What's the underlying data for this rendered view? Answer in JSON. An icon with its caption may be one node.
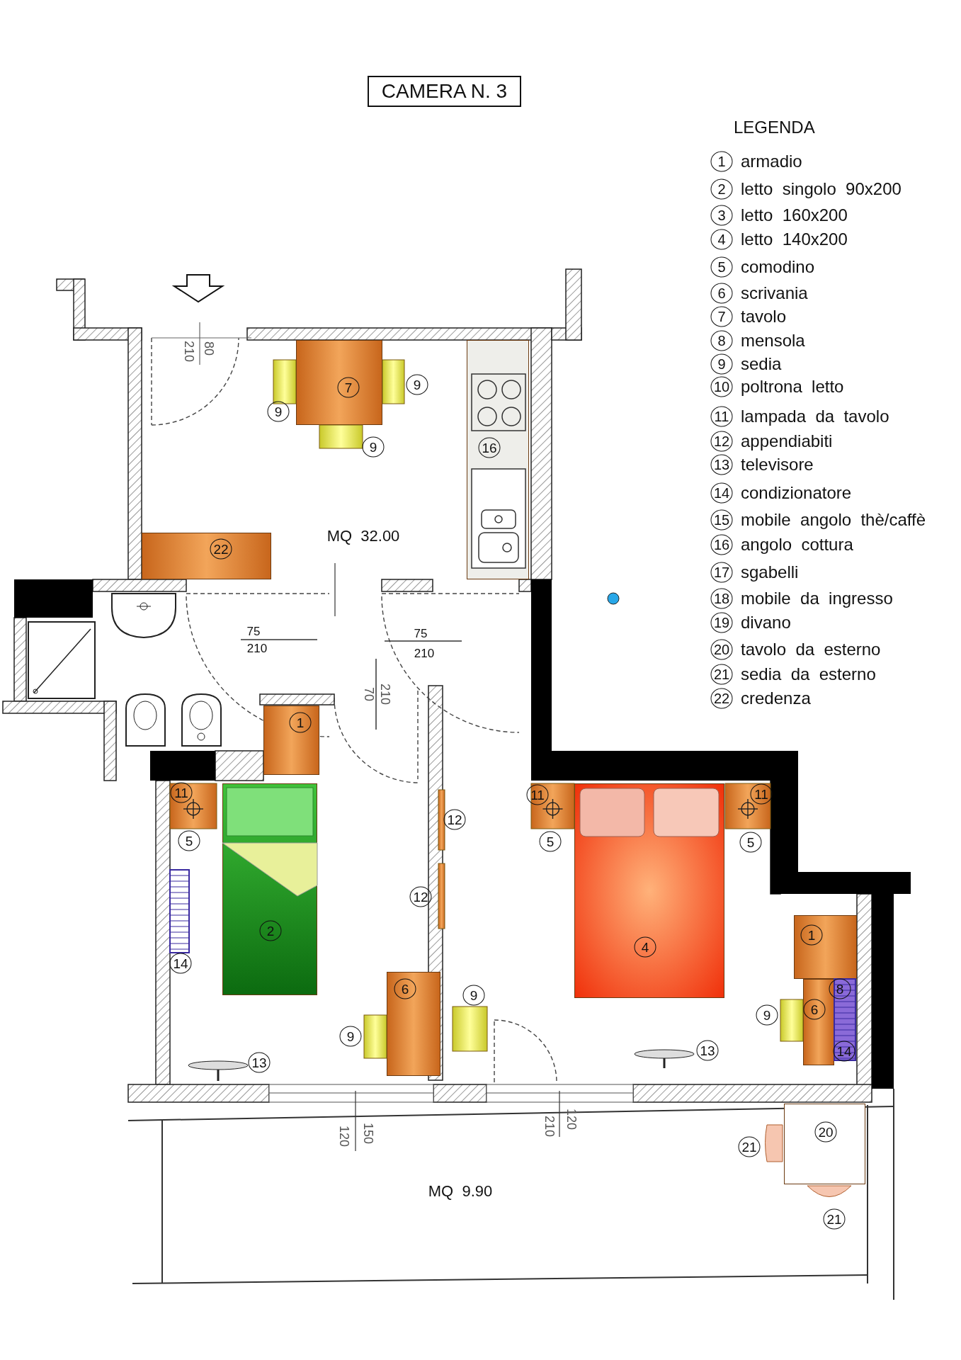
{
  "diagram": {
    "title": "CAMERA N. 3",
    "nodes": [
      {
        "text": [
          "7"
        ]
      },
      {
        "text": [
          "16"
        ]
      },
      {
        "text": [
          "22"
        ]
      },
      {
        "text": [
          "1"
        ]
      },
      {
        "text": [
          "2"
        ]
      },
      {
        "text": [
          "4"
        ]
      },
      {
        "text": [
          "1"
        ]
      },
      {
        "text": [
          "6"
        ]
      },
      {
        "text": [
          "6"
        ]
      },
      {
        "text": [
          "20"
        ]
      }
    ],
    "labels": [
      "9",
      "9",
      "9",
      "80",
      "210",
      "MQ  32.00",
      "75",
      "210",
      "75",
      "210",
      "70",
      "210",
      "11",
      "11",
      "11",
      "12",
      "5",
      "5",
      "5",
      "12",
      "14",
      "9",
      "8",
      "9",
      "9",
      "13",
      "13",
      "14",
      "120",
      "150",
      "210",
      "120",
      "21",
      "MQ  9.90",
      "21",
      "LEGENDA",
      "1",
      "armadio",
      "2",
      "letto  singolo  90x200",
      "3",
      "letto  160x200",
      "4",
      "letto  140x200",
      "5",
      "comodino",
      "6",
      "scrivania",
      "7",
      "tavolo",
      "8",
      "mensola",
      "9",
      "sedia",
      "10",
      "poltrona  letto",
      "11",
      "lampada  da  tavolo",
      "12",
      "appendiabiti",
      "13",
      "televisore",
      "14",
      "condizionatore",
      "15",
      "mobile  angolo  thè/caffè",
      "16",
      "angolo  cottura",
      "17",
      "sgabelli",
      "18",
      "mobile  da  ingresso",
      "19",
      "divano",
      "20",
      "tavolo  da  esterno",
      "21",
      "sedia  da  esterno",
      "22",
      "credenza"
    ]
  }
}
